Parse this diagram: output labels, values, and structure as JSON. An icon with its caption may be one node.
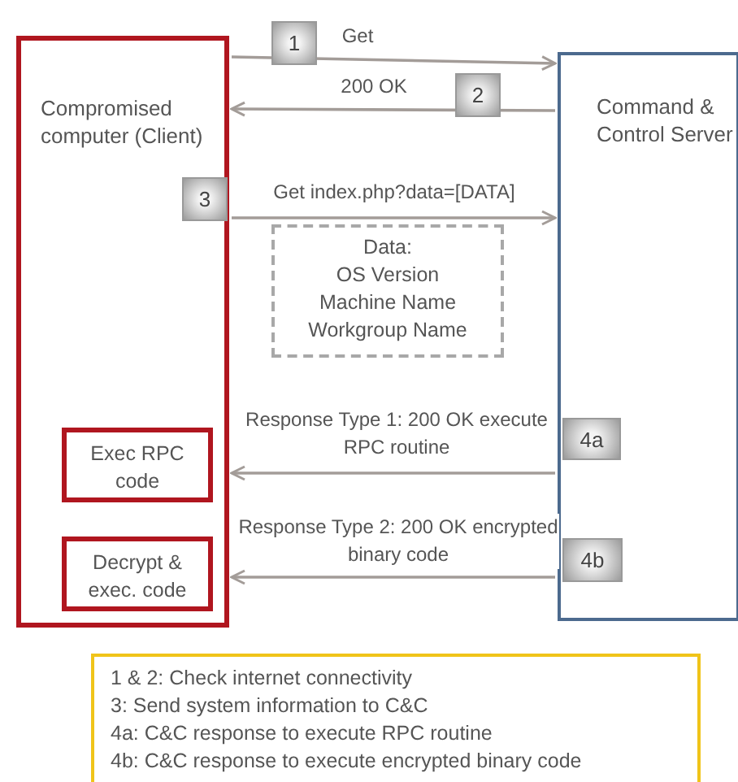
{
  "diagram": {
    "nodes": [
      {
        "text": [
          "Compromised computer (Client)"
        ]
      },
      {
        "text": [
          "Command & Control Server"
        ]
      },
      {
        "text": [
          "Exec RPC code"
        ],
        "in": 0
      },
      {
        "text": [
          "Decrypt & exec. code"
        ],
        "in": 0
      },
      {
        "text": [
          "Data:",
          "OS Version",
          "Machine Name",
          "Workgroup Name"
        ]
      },
      {
        "text": [
          "1 & 2: Check internet connectivity",
          "3: Send system information to C&C",
          "4a: C&C response to execute RPC routine",
          "4b: C&C response to execute encrypted binary code"
        ]
      }
    ],
    "edges": [
      {
        "from": 0,
        "to": 1,
        "arrow": "to",
        "label": "Get"
      },
      {
        "from": 1,
        "to": 0,
        "arrow": "to",
        "label": "200 OK"
      },
      {
        "from": 0,
        "to": 1,
        "arrow": "to",
        "label": "Get index.php?data=[DATA]"
      },
      {
        "from": 1,
        "to": 0,
        "arrow": "to",
        "label": "Response Type 1: 200 OK execute RPC routine"
      },
      {
        "from": 1,
        "to": 0,
        "arrow": "to",
        "label": "Response Type 2: 200 OK encrypted binary code"
      }
    ],
    "labels": [
      "1",
      "2",
      "3",
      "4a",
      "4b"
    ]
  }
}
